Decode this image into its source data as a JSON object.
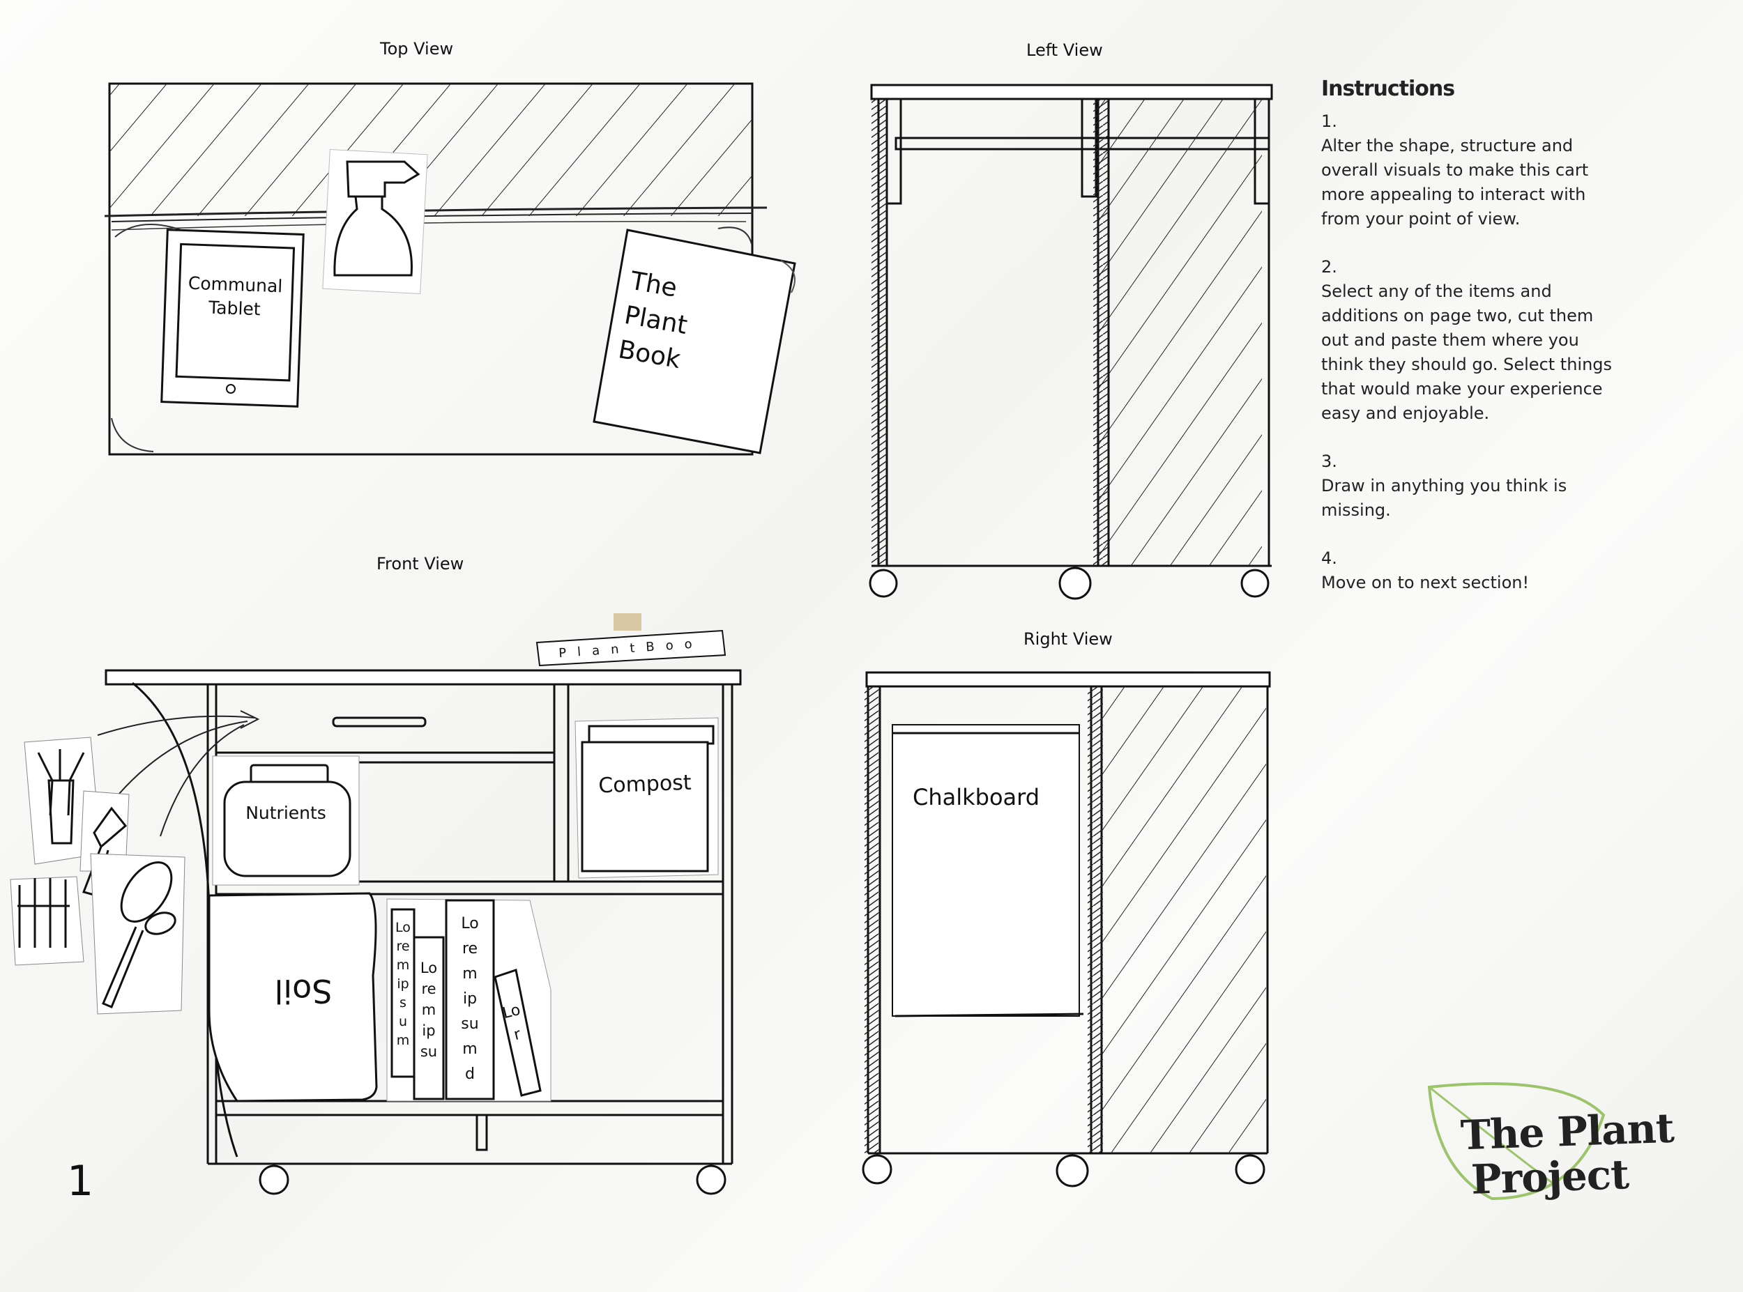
{
  "views": {
    "top": "Top View",
    "left": "Left View",
    "front": "Front View",
    "right": "Right View"
  },
  "cutouts": {
    "tablet": "Communal\nTablet",
    "plant_book": "The\nPlant\nBook",
    "nutrients": "Nutrients",
    "compost": "Compost",
    "soil": "Soil",
    "chalkboard": "Chalkboard",
    "book_spine_top": "PlantBoo",
    "book1": "Lo\nre\nm\nip\ns\nu\nm",
    "book2": "Lo\nre\nm\nip\nsu",
    "book3": "Lo\nre\nm\nip\nsu\nm\nd",
    "book4": "Lo\nr"
  },
  "instructions": {
    "title": "Instructions",
    "steps": [
      {
        "num": "1.",
        "text": "Alter the shape, structure and overall visuals to make this cart more appealing to interact with from your point of view."
      },
      {
        "num": "2.",
        "text": "Select any of the items and additions on page two, cut them out and paste them where you think they should go. Select things that would make your experience easy and enjoyable."
      },
      {
        "num": "3.",
        "text": "Draw in anything you think is missing."
      },
      {
        "num": "4.",
        "text": "Move on to next section!"
      }
    ]
  },
  "page_number": "1",
  "logo": {
    "line1": "The Plant",
    "line2": "Project"
  },
  "colors": {
    "ink": "#111111",
    "logo_leaf": "#9cc46a",
    "tape": "#c9b48a"
  }
}
